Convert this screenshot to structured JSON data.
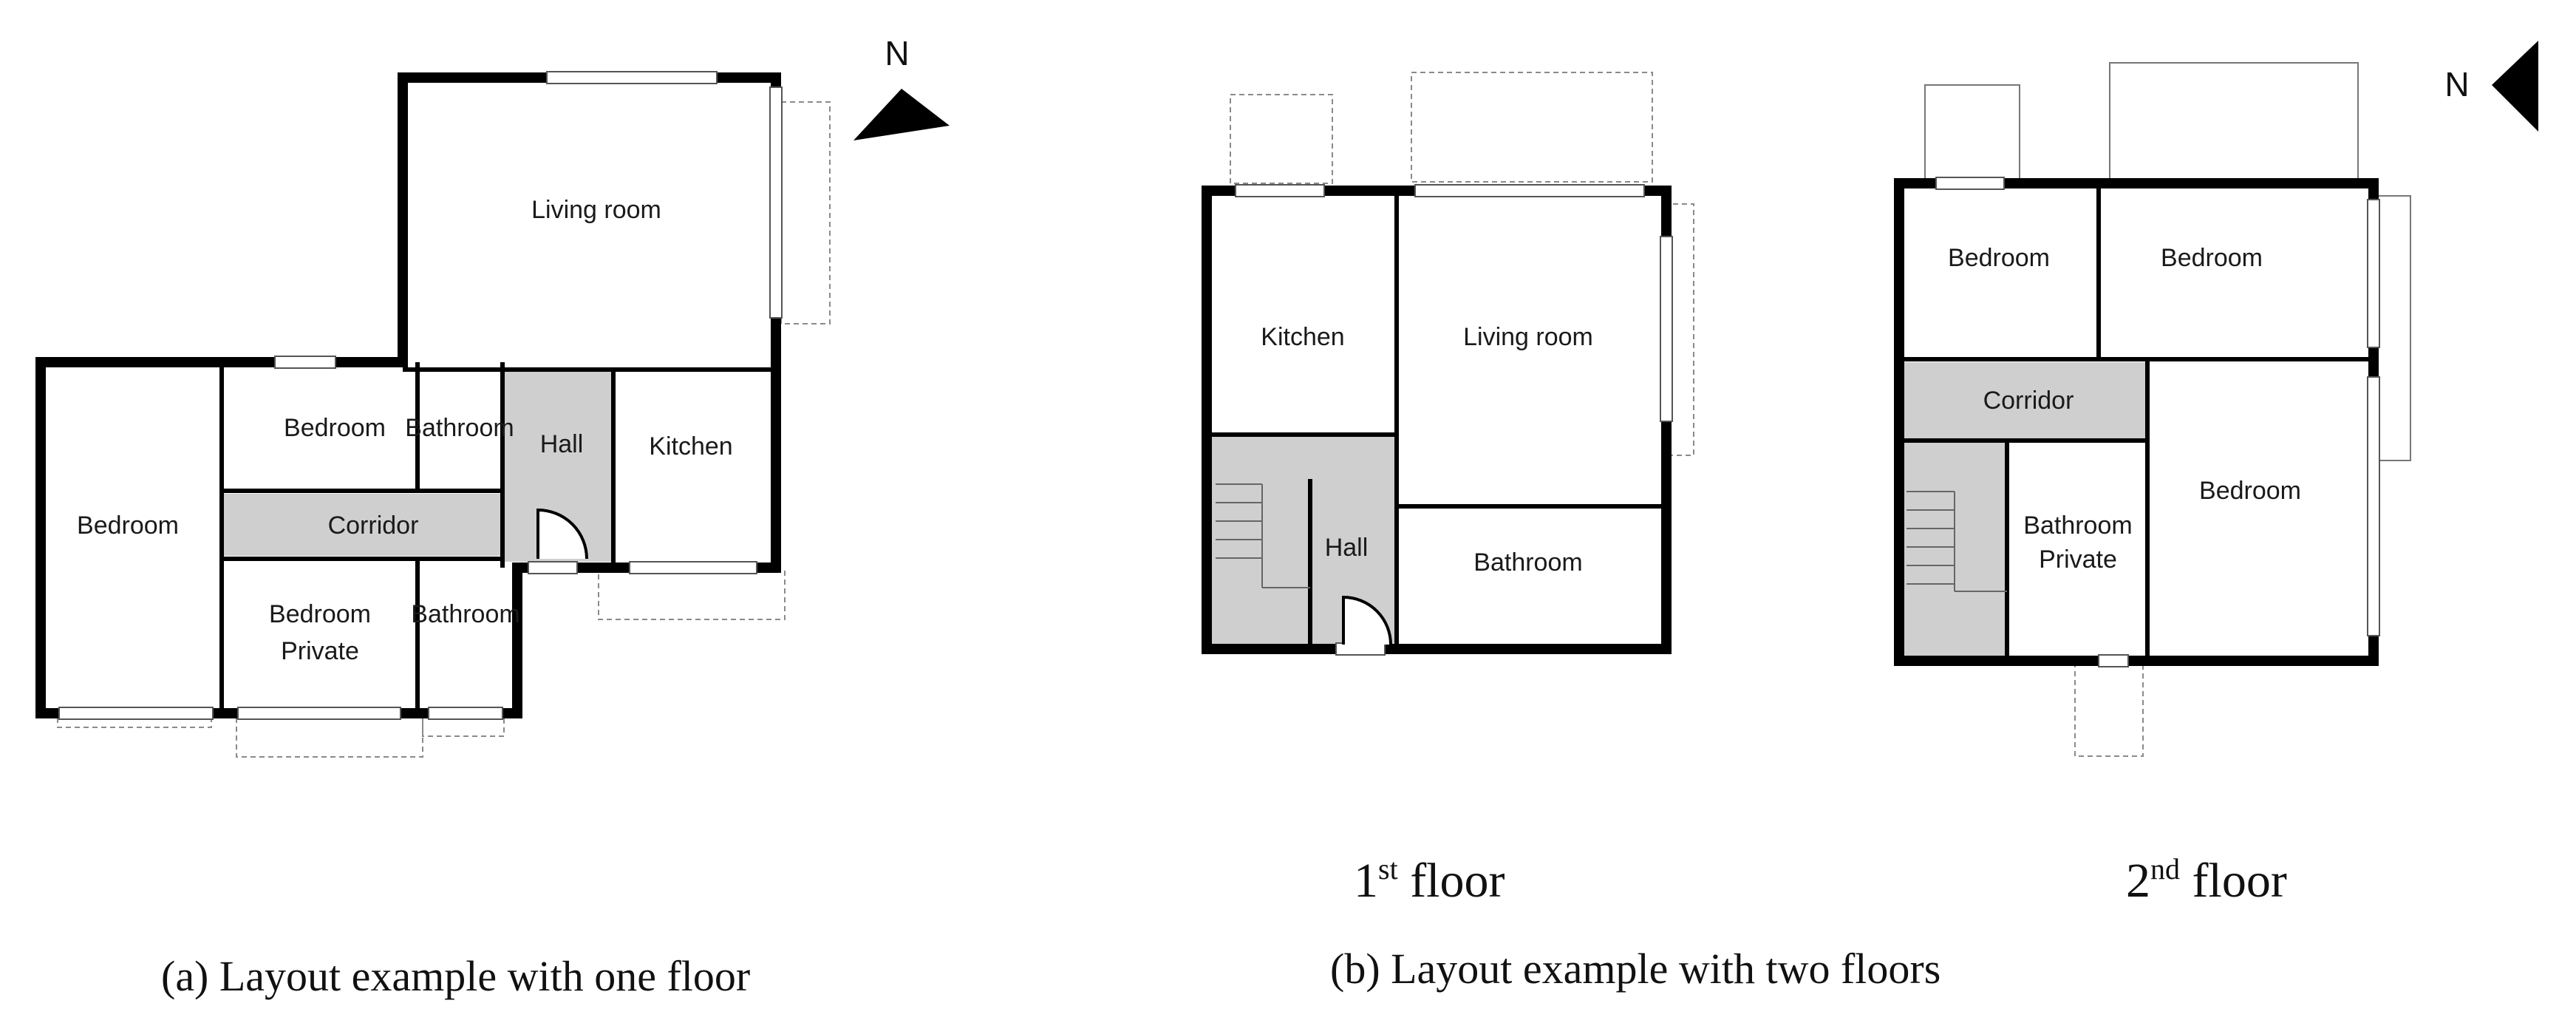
{
  "north_label": "N",
  "plan_a": {
    "rooms": {
      "living_room": "Living room",
      "bedroom_left": "Bedroom",
      "bedroom_mid": "Bedroom",
      "bathroom_top": "Bathroom",
      "hall": "Hall",
      "kitchen": "Kitchen",
      "corridor": "Corridor",
      "bedroom_private_1": "Bedroom",
      "bedroom_private_2": "Private",
      "bathroom_bottom": "Bathroom"
    },
    "caption": "(a) Layout example with one floor"
  },
  "plan_b": {
    "floor1": {
      "kitchen": "Kitchen",
      "living_room": "Living room",
      "hall": "Hall",
      "bathroom": "Bathroom",
      "label_num": "1",
      "label_sup": "st",
      "label_word": " floor"
    },
    "floor2": {
      "bedroom_left": "Bedroom",
      "bedroom_right": "Bedroom",
      "corridor": "Corridor",
      "bedroom_big": "Bedroom",
      "bathroom_private_1": "Bathroom",
      "bathroom_private_2": "Private",
      "label_num": "2",
      "label_sup": "nd",
      "label_word": " floor"
    },
    "caption": "(b) Layout example with two floors"
  }
}
